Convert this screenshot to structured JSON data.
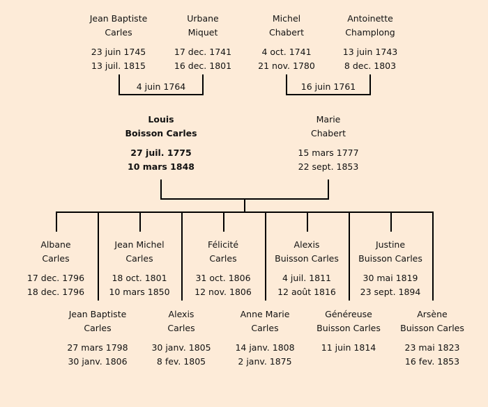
{
  "grandparents": [
    {
      "name1": "Jean Baptiste",
      "name2": "Carles",
      "birth": "23 juin 1745",
      "death": "13 juil. 1815"
    },
    {
      "name1": "Urbane",
      "name2": "Miquet",
      "birth": "17 dec. 1741",
      "death": "16 dec. 1801"
    },
    {
      "name1": "Michel",
      "name2": "Chabert",
      "birth": "4 oct. 1741",
      "death": "21 nov. 1780"
    },
    {
      "name1": "Antoinette",
      "name2": "Champlong",
      "birth": "13 juin 1743",
      "death": "8 dec. 1803"
    }
  ],
  "marriages": {
    "paternal": "4 juin 1764",
    "maternal": "16 juin 1761"
  },
  "parents": [
    {
      "name1": "Louis",
      "name2": "Boisson Carles",
      "birth": "27 juil. 1775",
      "death": "10 mars 1848"
    },
    {
      "name1": "Marie",
      "name2": "Chabert",
      "birth": "15 mars 1777",
      "death": "22 sept. 1853"
    }
  ],
  "children": [
    {
      "name1": "Albane",
      "name2": "Carles",
      "birth": "17 dec. 1796",
      "death": "18 dec. 1796"
    },
    {
      "name1": "Jean Baptiste",
      "name2": "Carles",
      "birth": "27 mars 1798",
      "death": "30 janv. 1806"
    },
    {
      "name1": "Jean Michel",
      "name2": "Carles",
      "birth": "18 oct. 1801",
      "death": "10 mars 1850"
    },
    {
      "name1": "Alexis",
      "name2": "Carles",
      "birth": "30 janv. 1805",
      "death": "8 fev. 1805"
    },
    {
      "name1": "Félicité",
      "name2": "Carles",
      "birth": "31 oct. 1806",
      "death": "12 nov. 1806"
    },
    {
      "name1": "Anne Marie",
      "name2": "Carles",
      "birth": "14 janv. 1808",
      "death": "2 janv. 1875"
    },
    {
      "name1": "Alexis",
      "name2": "Buisson Carles",
      "birth": "4 juil. 1811",
      "death": "12 août 1816"
    },
    {
      "name1": "Généreuse",
      "name2": "Buisson Carles",
      "birth": "11 juin 1814",
      "death": ""
    },
    {
      "name1": "Justine",
      "name2": "Buisson Carles",
      "birth": "30 mai 1819",
      "death": "23 sept. 1894"
    },
    {
      "name1": "Arsène",
      "name2": "Buisson Carles",
      "birth": "23 mai 1823",
      "death": "16 fev. 1853"
    }
  ]
}
